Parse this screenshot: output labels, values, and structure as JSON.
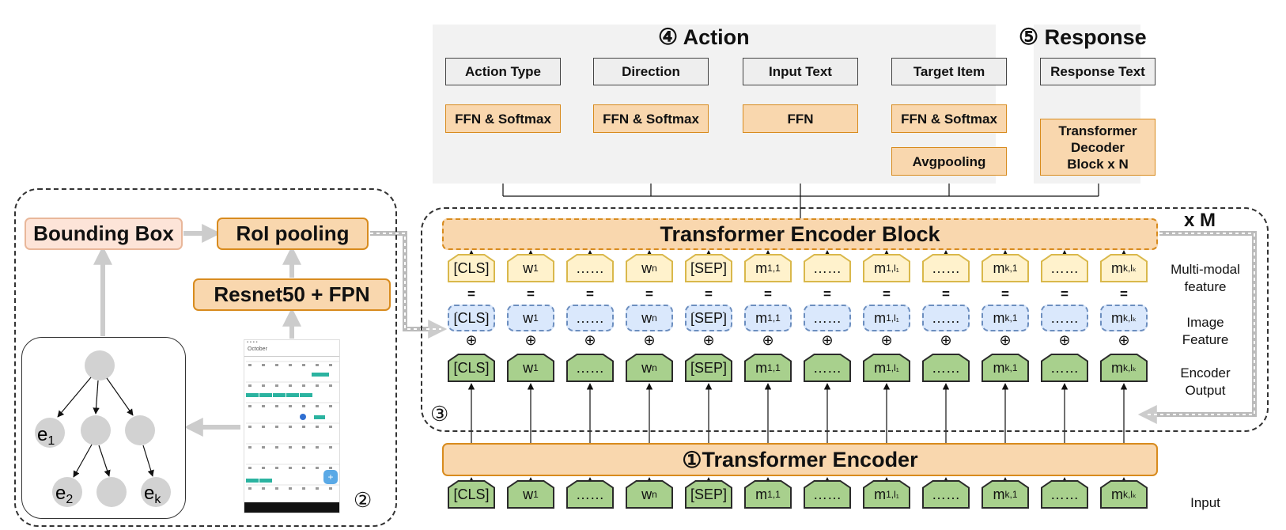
{
  "action": {
    "num": "④",
    "title": "Action"
  },
  "response": {
    "num": "⑤",
    "title": "Response"
  },
  "heads": [
    {
      "output": "Action Type",
      "layers": [
        "FFN & Softmax"
      ]
    },
    {
      "output": "Direction",
      "layers": [
        "FFN & Softmax"
      ]
    },
    {
      "output": "Input Text",
      "layers": [
        "FFN"
      ]
    },
    {
      "output": "Target Item",
      "layers": [
        "FFN & Softmax",
        "Avgpooling"
      ]
    }
  ],
  "response_head": {
    "output": "Response Text",
    "decoder": "Transformer Decoder Block x N"
  },
  "encoder_block": {
    "label": "Transformer Encoder Block",
    "repeat": "x M",
    "marker": "③"
  },
  "encoder": {
    "marker": "①",
    "label": "Transformer Encoder"
  },
  "vision": {
    "bbox": "Bounding Box",
    "roi": "RoI pooling",
    "backbone": "Resnet50 + FPN",
    "marker": "②"
  },
  "tree": {
    "e1": "e",
    "e1_sub": "1",
    "e2": "e",
    "e2_sub": "2",
    "ek": "e",
    "ek_sub": "k"
  },
  "tokens": [
    {
      "t": "[CLS]",
      "s": ""
    },
    {
      "t": "w",
      "s": "1"
    },
    {
      "t": "……",
      "s": ""
    },
    {
      "t": "w",
      "s": "n"
    },
    {
      "t": "[SEP]",
      "s": ""
    },
    {
      "t": "m",
      "s": "1,1"
    },
    {
      "t": "……",
      "s": ""
    },
    {
      "t": "m",
      "s": "1,l₁"
    },
    {
      "t": "……",
      "s": ""
    },
    {
      "t": "m",
      "s": "k,1"
    },
    {
      "t": "……",
      "s": ""
    },
    {
      "t": "m",
      "s": "k,lₖ"
    }
  ],
  "row_labels": {
    "multimodal": "Multi-modal feature",
    "image": "Image Feature",
    "encoder_output": "Encoder Output",
    "input": "Input"
  },
  "symbols": {
    "equals": "=",
    "plus": "⊕"
  },
  "phone": {
    "month": "October"
  },
  "colors": {
    "orange_fill": "#f9d7ae",
    "orange_border": "#d88b1e",
    "green_fill": "#a8d08d",
    "yellow_fill": "#fff2cc",
    "blue_fill": "#dae8fc",
    "panel_gray": "#f2f2f2"
  }
}
